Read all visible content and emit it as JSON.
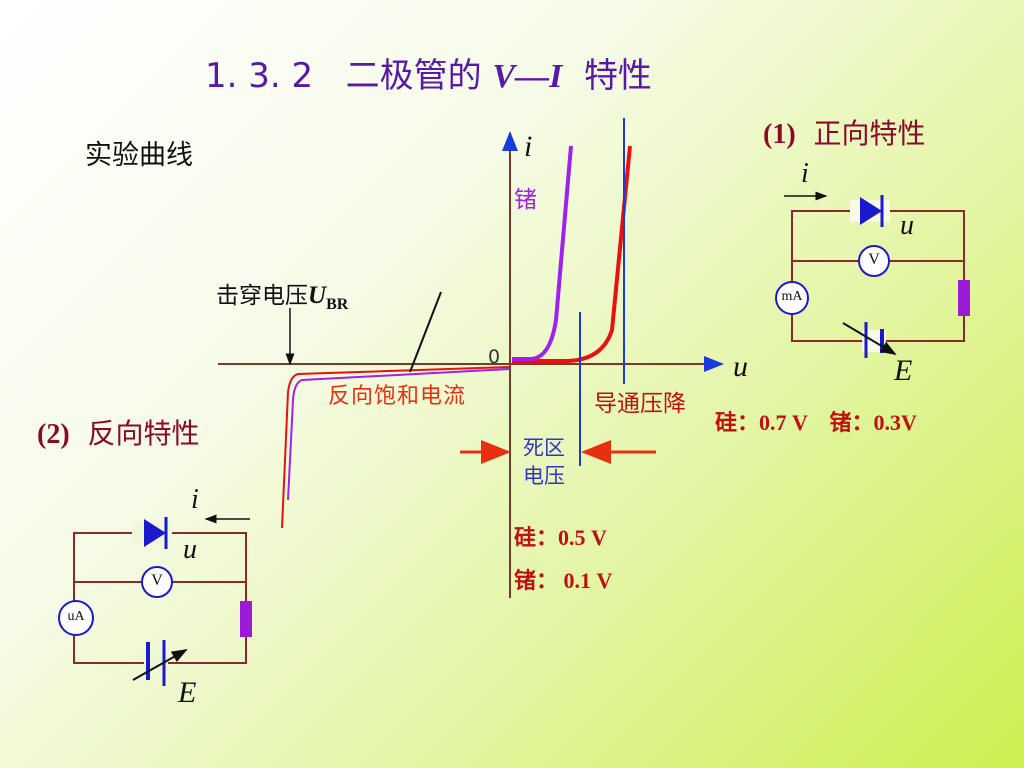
{
  "title": {
    "number": "1. 3. 2",
    "text": "二极管的",
    "vi": "V—I",
    "suffix": "特性"
  },
  "experimental_curve_label": "实验曲线",
  "forward": {
    "num": "(1)",
    "label": "正向特性",
    "drop_label": "导通压降",
    "drop_values": "硅：0.7 V　锗：0.3V"
  },
  "reverse": {
    "num": "(2)",
    "label": "反向特性",
    "saturation_label": "反向饱和电流",
    "breakdown_label": "击穿电压",
    "breakdown_symbol": "U",
    "breakdown_sub": "BR"
  },
  "axes": {
    "y": "i",
    "x": "u",
    "origin": "0"
  },
  "germanium_label": "锗",
  "dead_zone": {
    "line1": "死区",
    "line2": "电压",
    "si": "硅：0.5 V",
    "ge": "锗： 0.1 V"
  },
  "circuit_forward": {
    "current": "i",
    "voltage": "u",
    "source": "E",
    "voltmeter": "V",
    "ammeter": "mA"
  },
  "circuit_reverse": {
    "current": "i",
    "voltage": "u",
    "source": "E",
    "voltmeter": "V",
    "ammeter": "uA"
  },
  "colors": {
    "title": "#5a18a8",
    "section": "#8b0a2a",
    "silicon_curve": "#e81010",
    "germanium_curve": "#a020f0",
    "axis": "#7a3a2a",
    "axis_arrow": "#1a3adc",
    "wire": "#8b2a2a",
    "diode": "#1a1acc",
    "resistor": "#9b1ad8"
  }
}
